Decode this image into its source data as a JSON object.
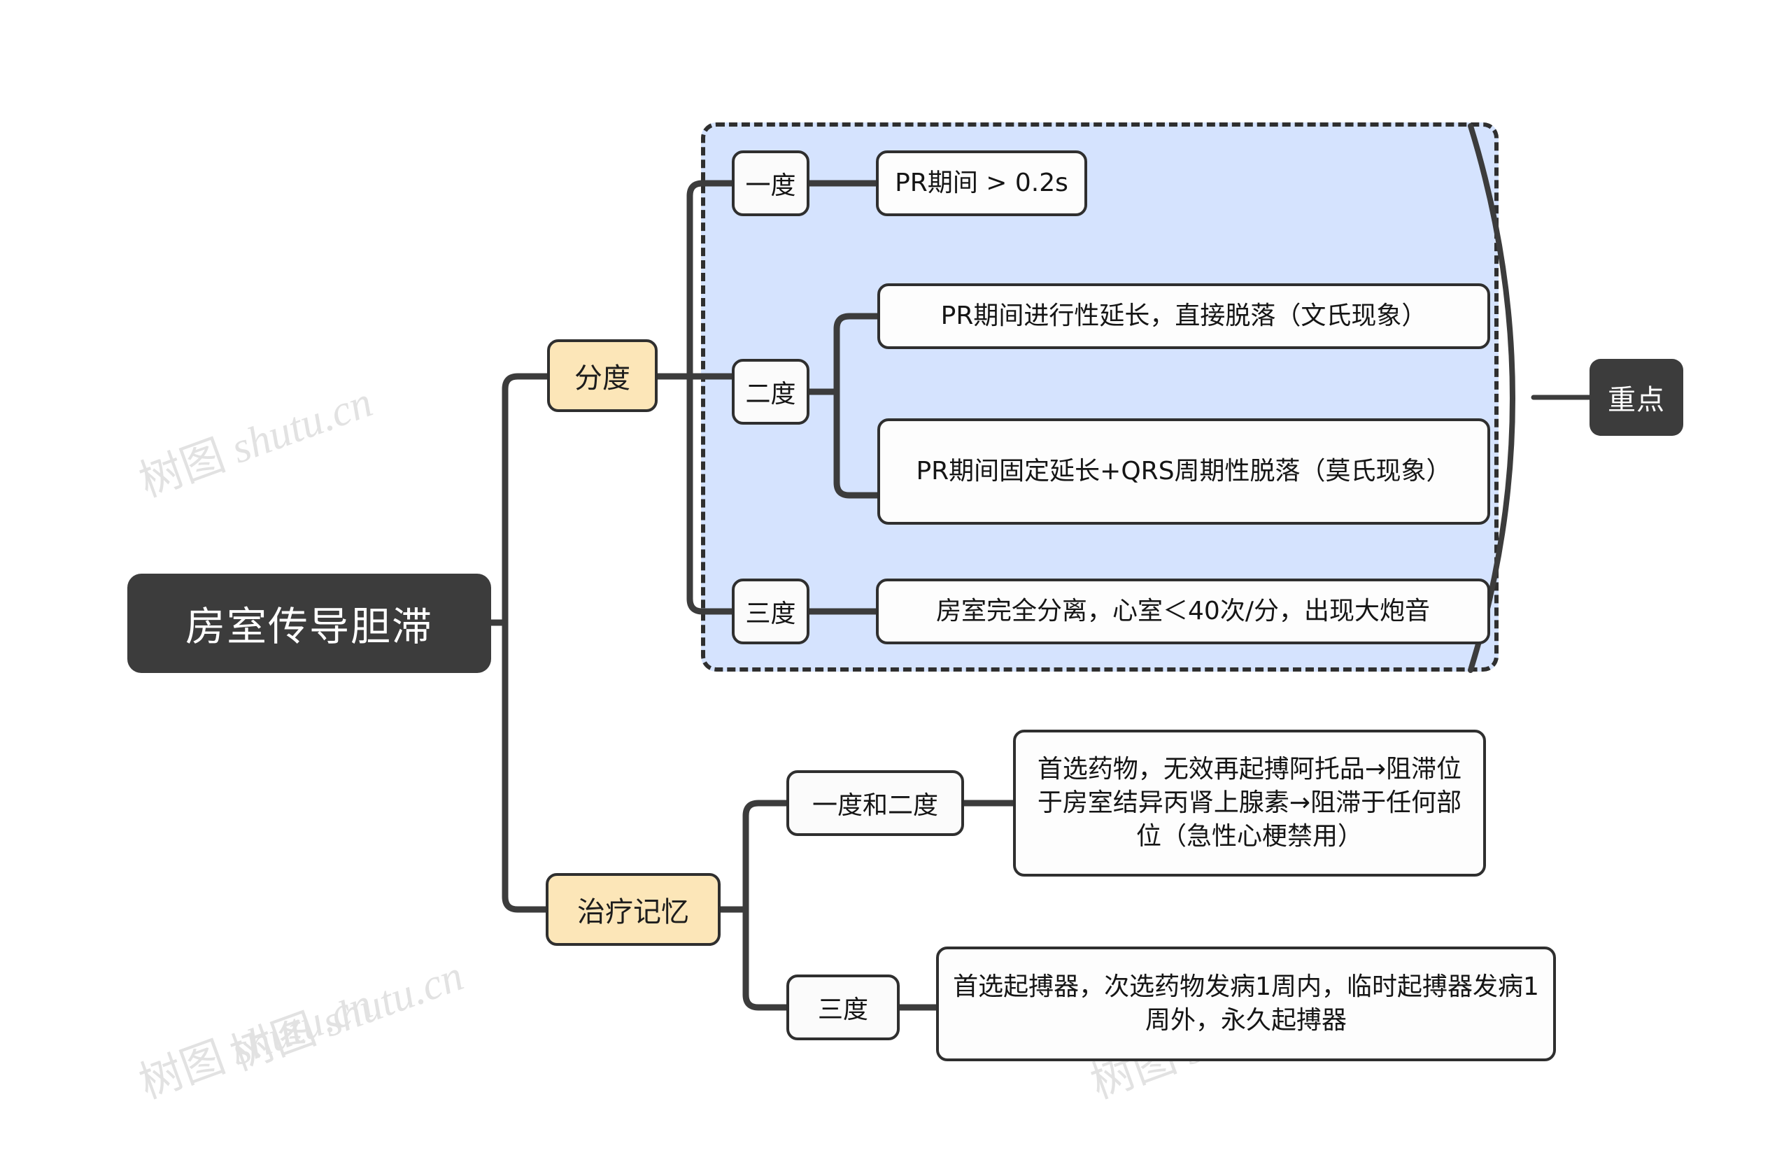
{
  "mindmap": {
    "root": {
      "label": "房室传导胆滞"
    },
    "branches": [
      {
        "label": "分度",
        "children": [
          {
            "label": "一度",
            "leaves": [
              "PR期间 > 0.2s"
            ]
          },
          {
            "label": "二度",
            "leaves": [
              "PR期间进行性延长，直接脱落（文氏现象）",
              "PR期间固定延长+QRS周期性脱落（莫氏现象）"
            ]
          },
          {
            "label": "三度",
            "leaves": [
              "房室完全分离，心室＜40次/分，出现大炮音"
            ]
          }
        ]
      },
      {
        "label": "治疗记忆",
        "children": [
          {
            "label": "一度和二度",
            "leaves": [
              "首选药物，无效再起搏阿托品→阻滞位于房室结异丙肾上腺素→阻滞于任何部位（急性心梗禁用）"
            ]
          },
          {
            "label": "三度",
            "leaves": [
              "首选起搏器，次选药物发病1周内，临时起搏器发病1周外，永久起搏器"
            ]
          }
        ]
      }
    ],
    "annotation": {
      "label": "重点"
    }
  },
  "watermark": {
    "text": "树图 shutu.cn"
  },
  "colors": {
    "root_bg": "#3c3c3c",
    "branch_bg": "#fce6b8",
    "leaf_bg": "#fdfdfd",
    "highlight_bg": "#d5e3fe",
    "stroke": "#2f2f2f",
    "watermark": "#e2e2e2"
  }
}
